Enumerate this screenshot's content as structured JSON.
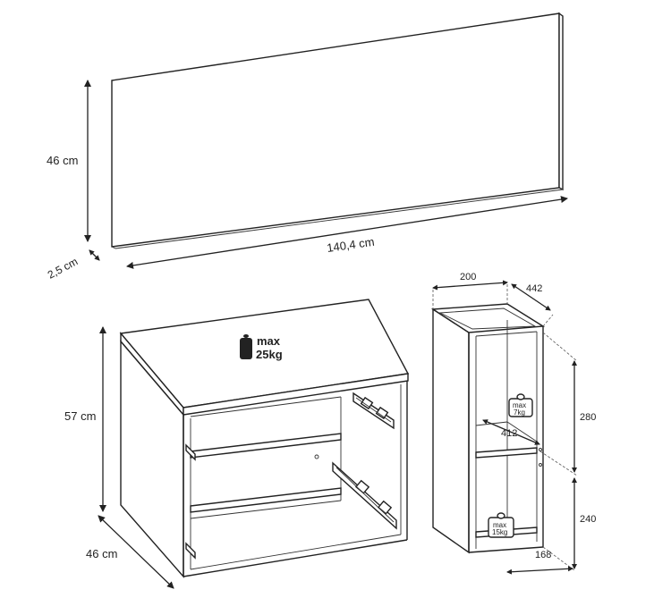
{
  "panel": {
    "height_label": "46 cm",
    "width_label": "140,4 cm",
    "depth_label": "2,5 cm"
  },
  "cabinet": {
    "height_label": "57 cm",
    "depth_label": "46 cm",
    "weight_max_label": "max",
    "weight_value_label": "25kg"
  },
  "shelf_unit": {
    "width_top_label": "200",
    "depth_top_label": "442",
    "inner_depth_label": "412",
    "upper_height_label": "280",
    "lower_height_label": "240",
    "bottom_width_label": "168",
    "upper_max_label": "max",
    "upper_weight_label": "7kg",
    "lower_max_label": "max",
    "lower_weight_label": "15kg"
  },
  "colors": {
    "line": "#222222",
    "background": "#ffffff"
  },
  "icons": [
    "weight-icon",
    "arrow-icon"
  ]
}
